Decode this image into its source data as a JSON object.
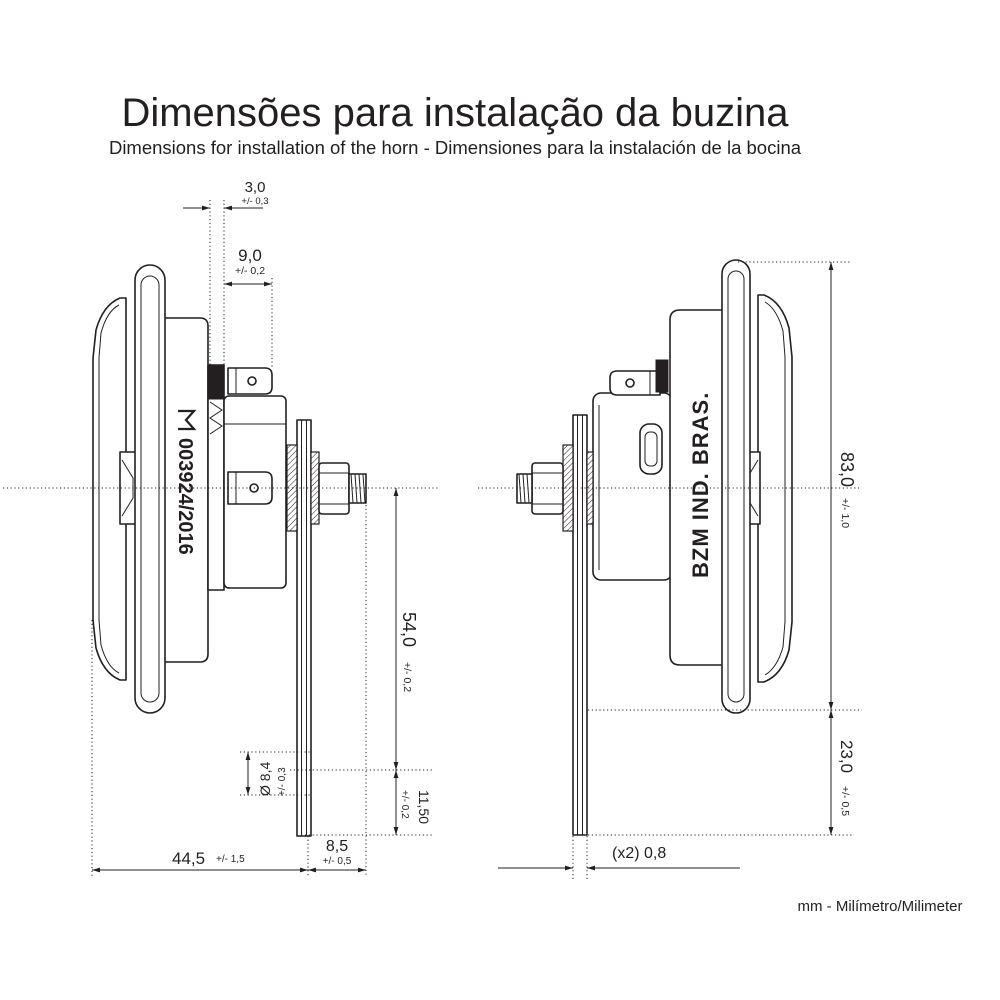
{
  "title": "Dimensões para instalação da buzina",
  "subtitle": "Dimensions for installation of the horn - Dimensiones para la instalación de la bocina",
  "units_note": "mm - Milímetro/Milimeter",
  "colors": {
    "line": "#231f20",
    "background": "#ffffff"
  },
  "left_view": {
    "marking": "003924/2016",
    "dimensions": {
      "flange_gap": {
        "value": "3,0",
        "tolerance": "+/- 0,3"
      },
      "terminal_length": {
        "value": "9,0",
        "tolerance": "+/- 0,2"
      },
      "center_to_hole": {
        "value": "54,0",
        "tolerance": "+/- 0,2"
      },
      "hole_diameter": {
        "value": "Ø 8,4",
        "tolerance": "+/- 0,3"
      },
      "hole_to_bracket_end": {
        "value": "11,50",
        "tolerance": "+/- 0,2"
      },
      "overall_depth": {
        "value": "44,5",
        "tolerance": "+/- 1,5"
      },
      "stud_length": {
        "value": "8,5",
        "tolerance": "+/- 0,5"
      }
    }
  },
  "right_view": {
    "marking": "BZM IND. BRAS.",
    "dimensions": {
      "rim_diameter": {
        "value": "83,0",
        "tolerance": "+/- 1,0"
      },
      "rim_to_bracket_end": {
        "value": "23,0",
        "tolerance": "+/- 0,5"
      },
      "bracket_thickness": {
        "value": "(x2) 0,8"
      }
    }
  }
}
